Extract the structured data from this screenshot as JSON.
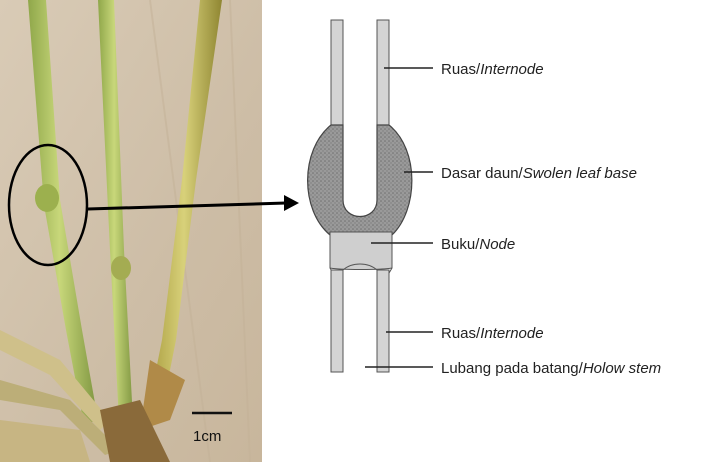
{
  "photo": {
    "scale_label": "1cm"
  },
  "labels": [
    {
      "main": "Ruas/",
      "italic": "Internode"
    },
    {
      "main": "Dasar daun/",
      "italic": "Swolen  leaf base"
    },
    {
      "main": "Buku/",
      "italic": "Node"
    },
    {
      "main": "Ruas/",
      "italic": "Internode"
    },
    {
      "main": "Lubang pada batang/",
      "italic": "Holow stem"
    }
  ]
}
